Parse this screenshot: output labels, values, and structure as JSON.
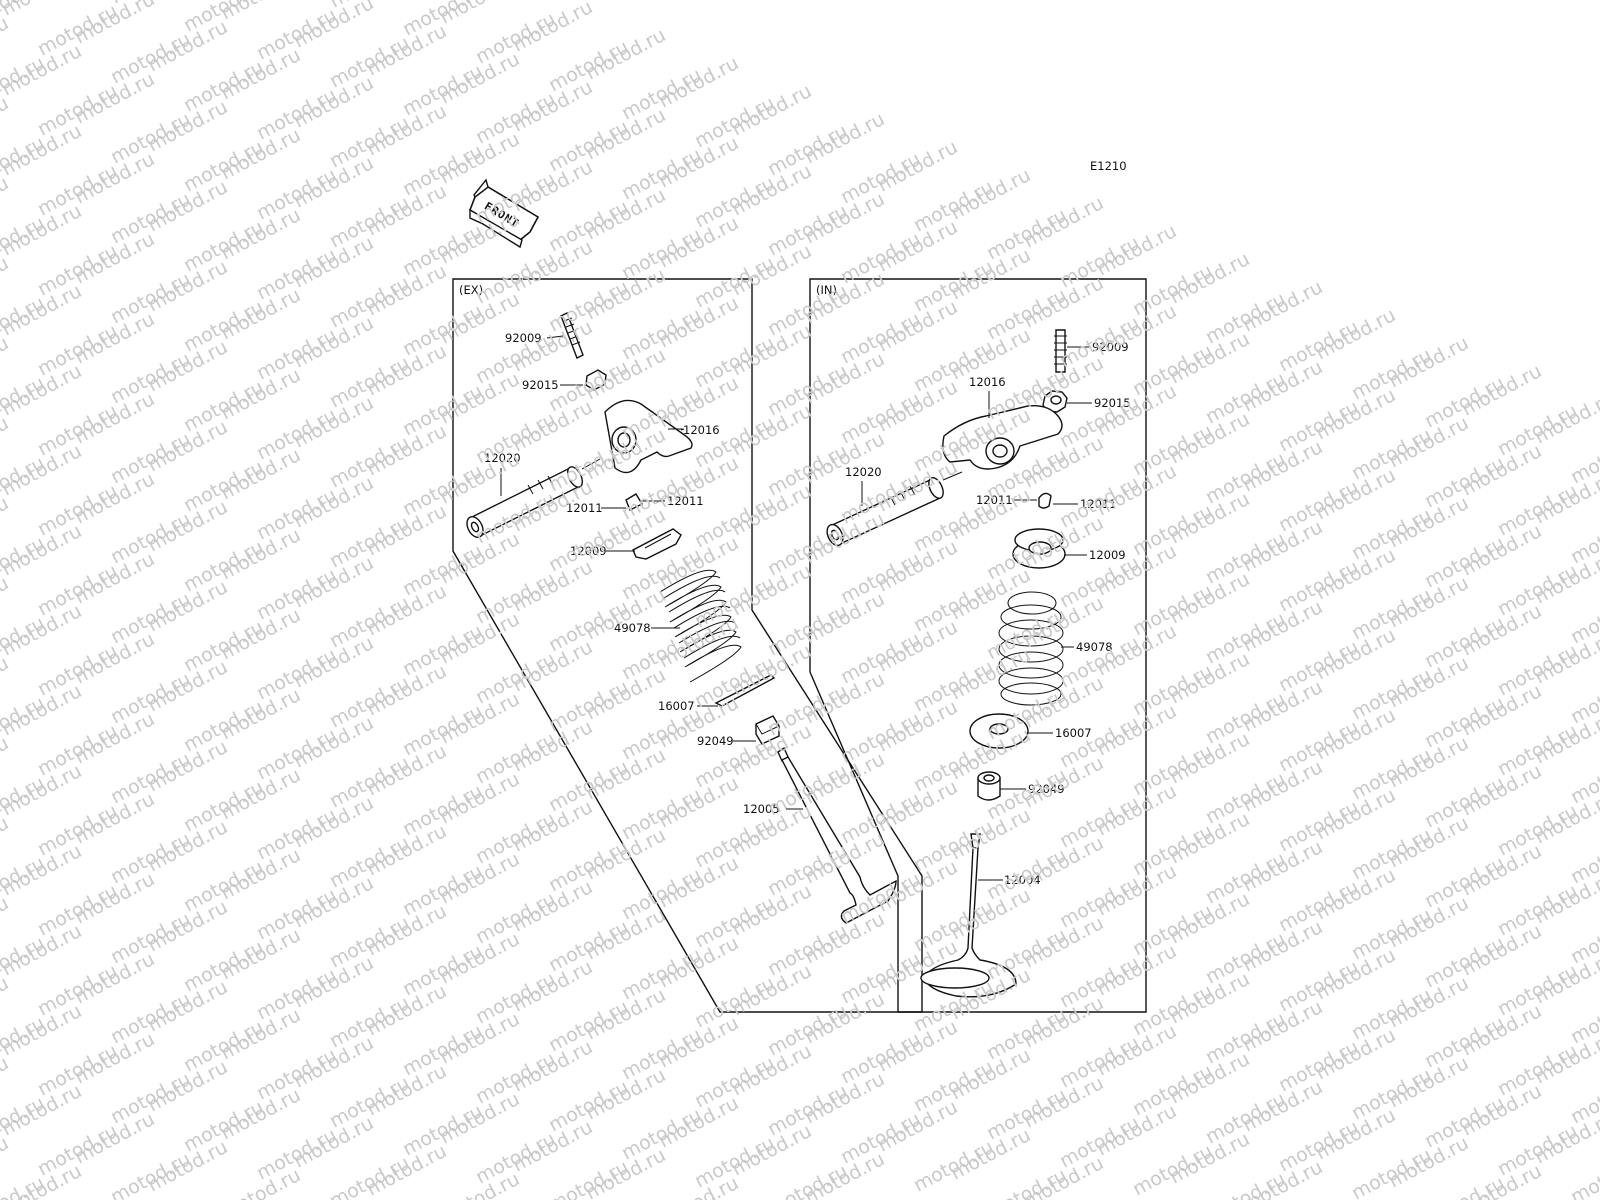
{
  "watermark": "motod.ru",
  "diagram_code": "E1210",
  "front_arrow_text": "FRONT",
  "panels": [
    {
      "title": "(EX)",
      "labels": {
        "rocker_shaft_oring": "92009",
        "rocker_nut": "92015",
        "rocker_arm": "12016",
        "rocker_shaft": "12020",
        "cotter_left": "12011",
        "cotter_right": "12011",
        "spring_retainer": "12009",
        "valve_spring": "49078",
        "spring_seat": "16007",
        "stem_seal": "92049",
        "valve": "12005"
      }
    },
    {
      "title": "(IN)",
      "labels": {
        "rocker_shaft_oring": "92009",
        "rocker_nut": "92015",
        "rocker_arm": "12016",
        "rocker_shaft": "12020",
        "cotter_left": "12011",
        "cotter_right": "12011",
        "spring_retainer": "12009",
        "valve_spring": "49078",
        "spring_seat": "16007",
        "stem_seal": "92049",
        "valve": "12004"
      }
    }
  ]
}
